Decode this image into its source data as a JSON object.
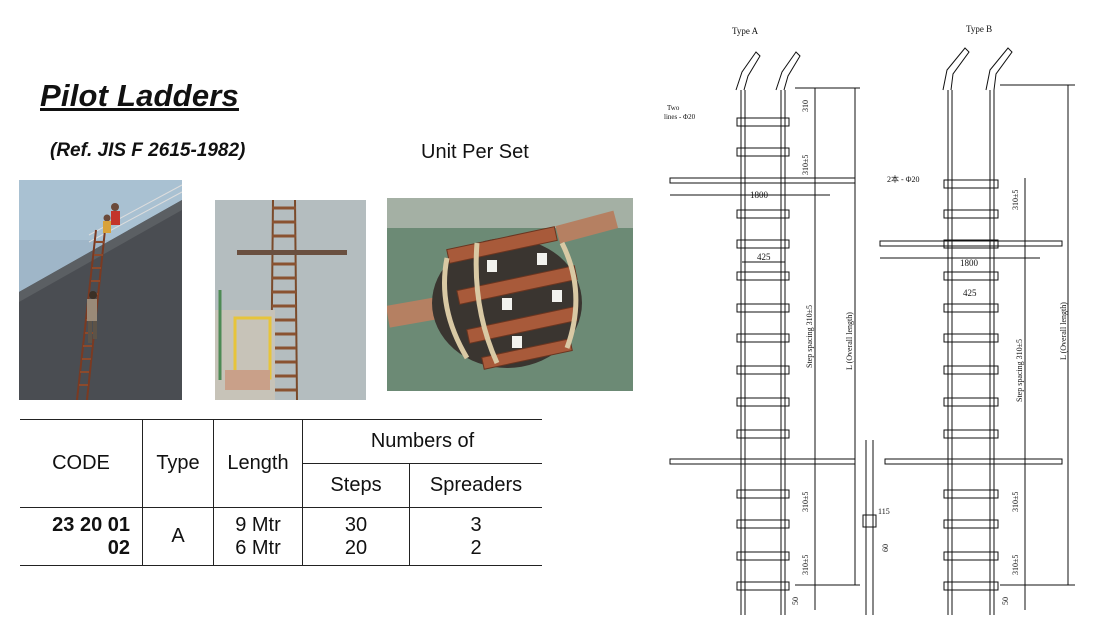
{
  "header": {
    "title": "Pilot Ladders",
    "reference": "(Ref. JIS F 2615-1982)",
    "unit_label": "Unit Per Set"
  },
  "photos": [
    {
      "name": "ship-hull-ladder-climbers"
    },
    {
      "name": "ladder-hanging-on-hull"
    },
    {
      "name": "rolled-ladder-set"
    }
  ],
  "table": {
    "headers": {
      "code": "CODE",
      "type": "Type",
      "length": "Length",
      "numbers_of": "Numbers of",
      "steps": "Steps",
      "spreaders": "Spreaders"
    },
    "row": {
      "code_1": "23 20 01",
      "code_2": "02",
      "type": "A",
      "length_1": "9 Mtr",
      "length_2": "6 Mtr",
      "steps_1": "30",
      "steps_2": "20",
      "spreaders_1": "3",
      "spreaders_2": "2"
    }
  },
  "diagram": {
    "type_a": "Type A",
    "type_b": "Type B",
    "two_lines": "Two",
    "two_lines_2": "lines - Φ20",
    "b_lines": "2本 - Φ20",
    "spreader_len": "1800",
    "spreader_len_b": "1800",
    "step_width": "425",
    "step_width_b": "425",
    "step_spacing": "Step spacing  310±5",
    "overall_length": "L  (Overall length)",
    "dim_310": "310",
    "dim_310pm5": "310±5",
    "dim_115": "115",
    "dim_60": "60",
    "dim_50": "50"
  }
}
